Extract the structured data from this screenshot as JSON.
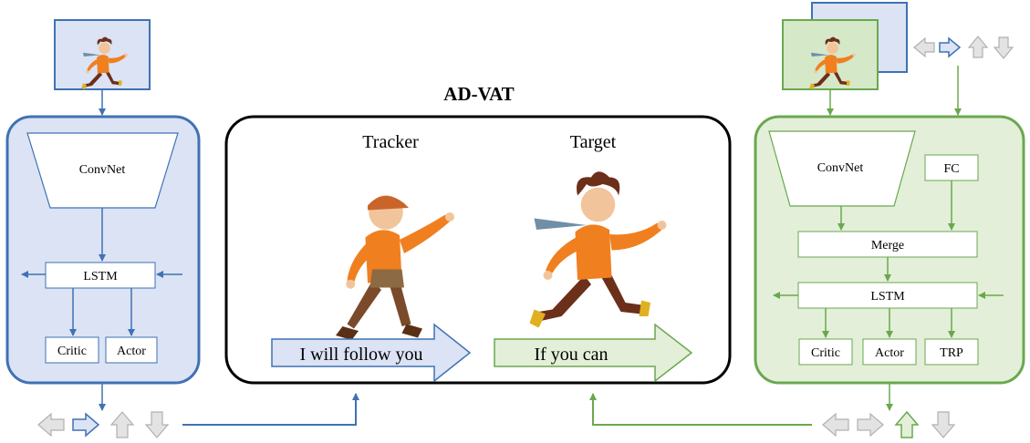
{
  "title": "AD-VAT",
  "left_agent": {
    "convnet_label": "ConvNet",
    "lstm_label": "LSTM",
    "critic_label": "Critic",
    "actor_label": "Actor",
    "panel_color": "#dbe3f4",
    "border_color": "#3f72b3"
  },
  "center": {
    "tracker_label": "Tracker",
    "target_label": "Target",
    "tracker_speech": "I will follow you",
    "target_speech": "If you can"
  },
  "right_agent": {
    "convnet_label": "ConvNet",
    "fc_label": "FC",
    "merge_label": "Merge",
    "lstm_label": "LSTM",
    "critic_label": "Critic",
    "actor_label": "Actor",
    "trp_label": "TRP",
    "panel_color": "#e3efd8",
    "border_color": "#6aa84f"
  },
  "left_actions": {
    "icons": [
      "left-arrow-icon",
      "right-arrow-icon",
      "up-arrow-icon",
      "down-arrow-icon"
    ],
    "selected": "right"
  },
  "right_actions": {
    "icons": [
      "left-arrow-icon",
      "right-arrow-icon",
      "up-arrow-icon",
      "down-arrow-icon"
    ],
    "selected": "up"
  },
  "right_top_actions": {
    "icons": [
      "left-arrow-icon",
      "right-arrow-icon",
      "up-arrow-icon",
      "down-arrow-icon"
    ],
    "selected": "right"
  }
}
